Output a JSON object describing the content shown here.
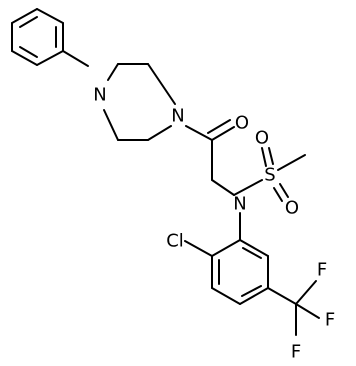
{
  "structure": {
    "atoms": {
      "n_piperazine_aryl": "N",
      "n_piperazine_acyl": "N",
      "o_carbonyl": "O",
      "n_amide": "N",
      "s_sulfonyl": "S",
      "o_sulfonyl_1": "O",
      "o_sulfonyl_2": "O",
      "cl": "Cl",
      "f1": "F",
      "f2": "F",
      "f3": "F"
    }
  }
}
